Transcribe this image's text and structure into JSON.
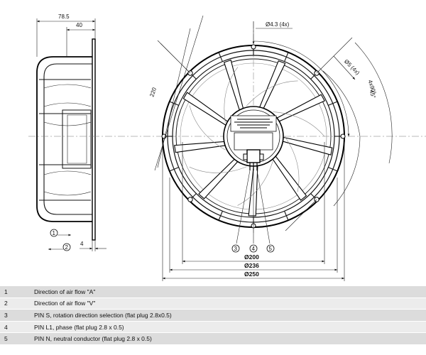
{
  "dimensions": {
    "overall_depth": "78.5",
    "rotor_depth": "40",
    "flange_thickness": "4",
    "diagonal": "220",
    "hole_top": "Ø4.3 (4x)",
    "hole_side": "Ø5 (4x)",
    "angle_major": "4x90°",
    "angle_minor": "45°",
    "dia_200": "Ø200",
    "dia_236": "Ø236",
    "dia_250": "Ø250"
  },
  "callouts": [
    "1",
    "2",
    "3",
    "4",
    "5"
  ],
  "legend": [
    {
      "num": "1",
      "text": "Direction of air flow \"A\""
    },
    {
      "num": "2",
      "text": "Direction of air flow \"V\""
    },
    {
      "num": "3",
      "text": "PIN S, rotation direction selection (flat plug 2.8x0.5)"
    },
    {
      "num": "4",
      "text": "PIN L1, phase (flat plug 2.8 x 0.5)"
    },
    {
      "num": "5",
      "text": "PIN N, neutral conductor (flat plug 2.8 x 0.5)"
    }
  ]
}
